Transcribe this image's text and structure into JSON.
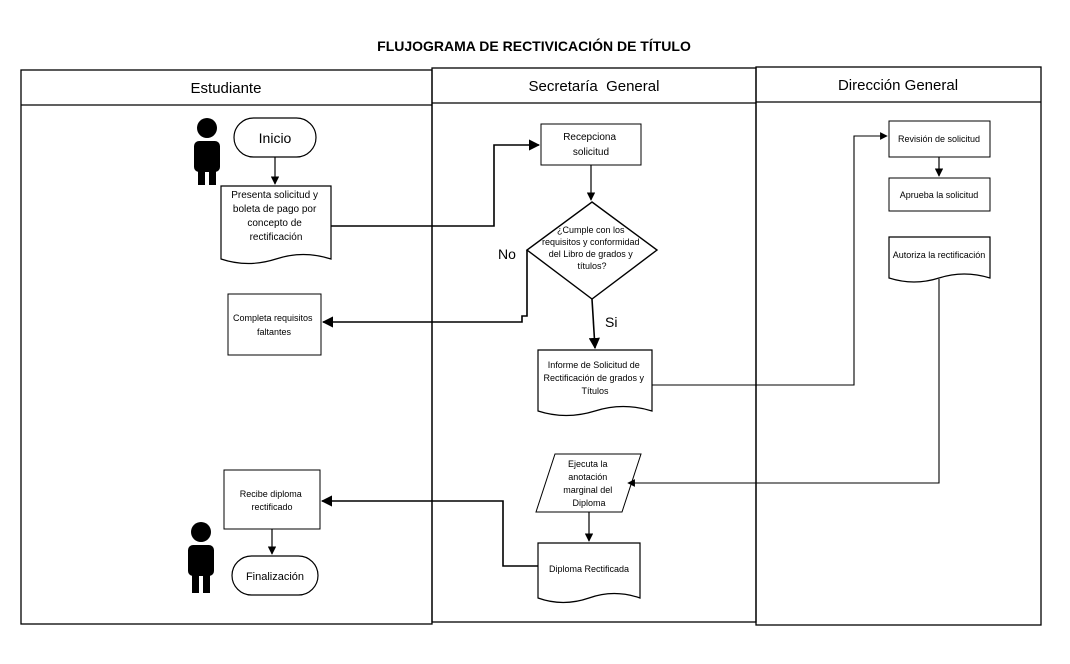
{
  "title": "FLUJOGRAMA DE RECTIVICACIÓN DE TÍTULO",
  "lanes": [
    "Estudiante",
    "Secretaría  General",
    "Dirección General"
  ],
  "nodes": {
    "inicio": "Inicio",
    "presenta": [
      "Presenta solicitud y",
      "boleta de pago por",
      "concepto de",
      "rectificación"
    ],
    "completa": [
      "Completa requisitos",
      "faltantes"
    ],
    "recibe": [
      "Recibe diploma",
      "rectificado"
    ],
    "finalizacion": "Finalización",
    "recepciona": [
      "Recepciona",
      "solicitud"
    ],
    "decision": [
      "¿Cumple con los",
      "requisitos y conformidad",
      "del Libro de grados y",
      "títulos?"
    ],
    "informe": [
      "Informe de Solicitud de",
      "Rectificación de grados y",
      "Títulos"
    ],
    "ejecuta": [
      "Ejecuta la",
      "anotación",
      "marginal del",
      "Diploma"
    ],
    "diploma_rect": "Diploma Rectificada",
    "revision": "Revisión de solicitud",
    "aprueba": "Aprueba la solicitud",
    "autoriza": "Autoriza la rectificación"
  },
  "edge_labels": {
    "no": "No",
    "si": "Si"
  }
}
